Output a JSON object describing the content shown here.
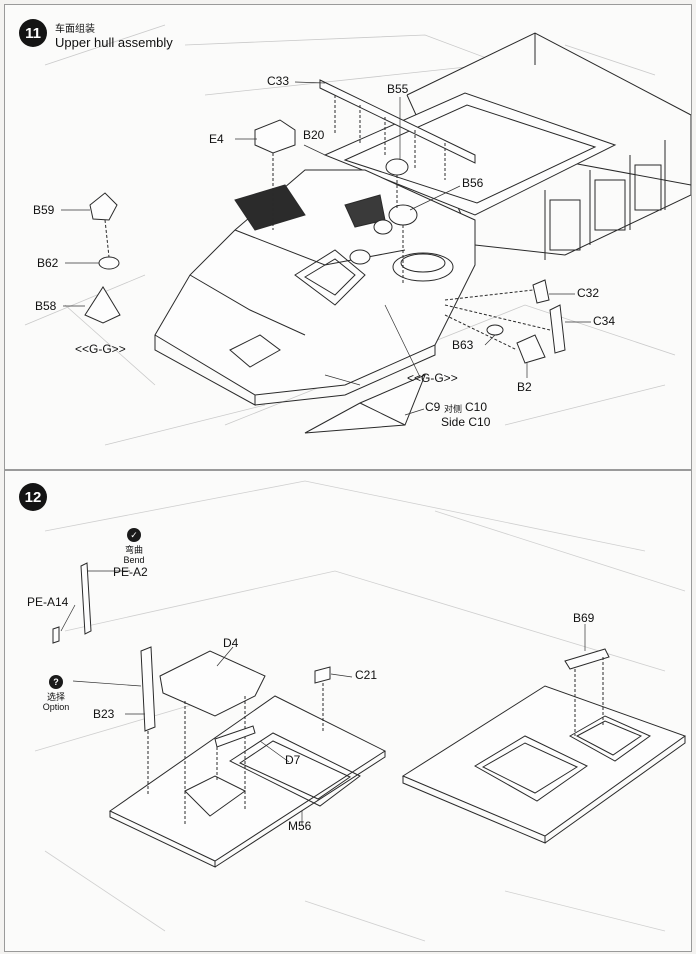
{
  "step11": {
    "number": "11",
    "title_cn": "车面组装",
    "title_en": "Upper hull assembly",
    "parts": {
      "c33": "C33",
      "b55": "B55",
      "e4": "E4",
      "b20": "B20",
      "b56": "B56",
      "b59": "B59",
      "b62": "B62",
      "b58": "B58",
      "c32": "C32",
      "c34": "C34",
      "b63": "B63",
      "b2": "B2",
      "c9": "C9",
      "c10_cn": "对侧",
      "c10": "C10",
      "side_c10": "Side C10"
    },
    "section_left": "<<G-G>>",
    "section_right": "<<G-G>>"
  },
  "step12": {
    "number": "12",
    "bend_cn": "弯曲",
    "bend_en": "Bend",
    "option_cn": "选择",
    "option_en": "Option",
    "parts": {
      "pe_a2": "PE-A2",
      "pe_a14": "PE-A14",
      "b23": "B23",
      "d4": "D4",
      "c21": "C21",
      "d7": "D7",
      "m56": "M56",
      "b69": "B69"
    }
  }
}
